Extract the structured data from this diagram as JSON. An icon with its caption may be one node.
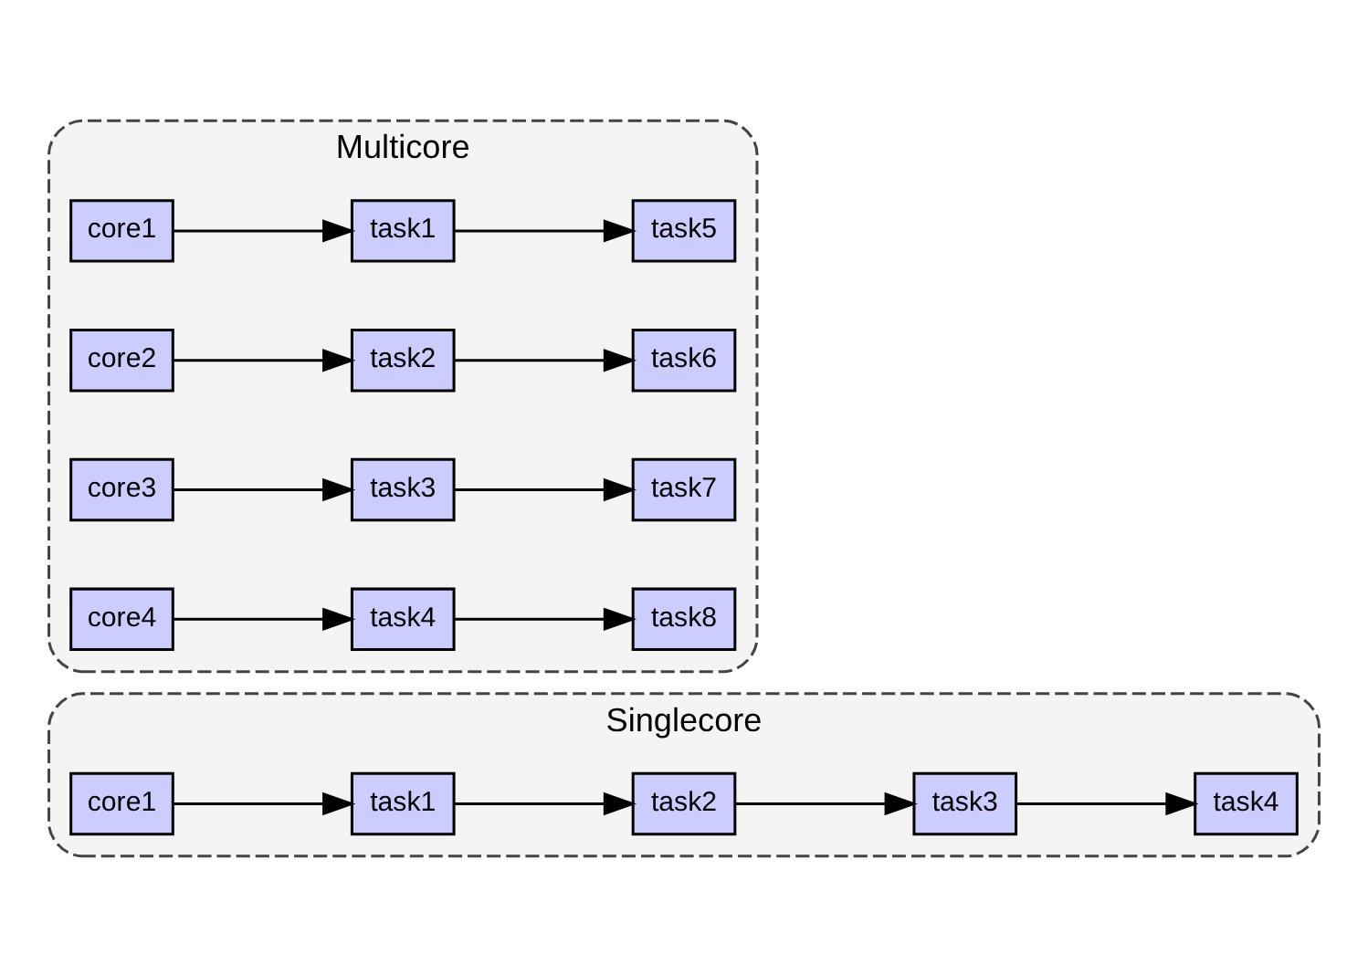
{
  "diagram": {
    "nodes": [
      {
        "text": [
          "Singlecore"
        ]
      },
      {
        "text": [
          "core1"
        ],
        "in": 0
      },
      {
        "text": [
          "task1"
        ],
        "in": 0
      },
      {
        "text": [
          "task2"
        ],
        "in": 0
      },
      {
        "text": [
          "task3"
        ],
        "in": 0
      },
      {
        "text": [
          "task4"
        ],
        "in": 0
      },
      {
        "text": [
          "Multicore"
        ]
      },
      {
        "text": [
          "core1"
        ],
        "in": 6
      },
      {
        "text": [
          "task1"
        ],
        "in": 6
      },
      {
        "text": [
          "task5"
        ],
        "in": 6
      },
      {
        "text": [
          "core2"
        ],
        "in": 6
      },
      {
        "text": [
          "task2"
        ],
        "in": 6
      },
      {
        "text": [
          "task6"
        ],
        "in": 6
      },
      {
        "text": [
          "core3"
        ],
        "in": 6
      },
      {
        "text": [
          "task3"
        ],
        "in": 6
      },
      {
        "text": [
          "task7"
        ],
        "in": 6
      },
      {
        "text": [
          "core4"
        ],
        "in": 6
      },
      {
        "text": [
          "task4"
        ],
        "in": 6
      },
      {
        "text": [
          "task8"
        ],
        "in": 6
      }
    ],
    "edges": [
      {
        "from": 1,
        "to": 2,
        "arrow": "to"
      },
      {
        "from": 2,
        "to": 3,
        "arrow": "to"
      },
      {
        "from": 3,
        "to": 4,
        "arrow": "to"
      },
      {
        "from": 4,
        "to": 5,
        "arrow": "to"
      },
      {
        "from": 7,
        "to": 8,
        "arrow": "to"
      },
      {
        "from": 8,
        "to": 9,
        "arrow": "to"
      },
      {
        "from": 10,
        "to": 11,
        "arrow": "to"
      },
      {
        "from": 11,
        "to": 12,
        "arrow": "to"
      },
      {
        "from": 13,
        "to": 14,
        "arrow": "to"
      },
      {
        "from": 14,
        "to": 15,
        "arrow": "to"
      },
      {
        "from": 16,
        "to": 17,
        "arrow": "to"
      },
      {
        "from": 17,
        "to": 18,
        "arrow": "to"
      }
    ]
  }
}
